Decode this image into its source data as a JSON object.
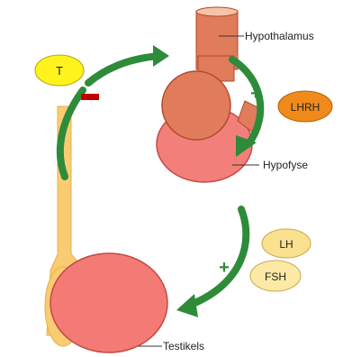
{
  "labels": {
    "hypothalamus": "Hypothalamus",
    "hypofyse": "Hypofyse",
    "testikels": "Testikels"
  },
  "hormones": {
    "t": "T",
    "lhrh": "LHRH",
    "lh": "LH",
    "fsh": "FSH"
  },
  "signs": {
    "inhibit": "−",
    "stimulate_top": "+",
    "stimulate_bottom": "+"
  },
  "colors": {
    "hypothalamus_fill": "#e07b5b",
    "hypothalamus_stroke": "#b04a2a",
    "hypofyse_fill": "#f27f7a",
    "testis_fill": "#f47a76",
    "duct_fill": "#f9cc73",
    "arrow_green": "#2e8b3a",
    "t_pill": "#fff21d",
    "lhrh_pill": "#f08a1a",
    "lh_pill": "#f9e18f",
    "fsh_pill": "#fce9a6",
    "inhibit_red": "#c00000"
  }
}
